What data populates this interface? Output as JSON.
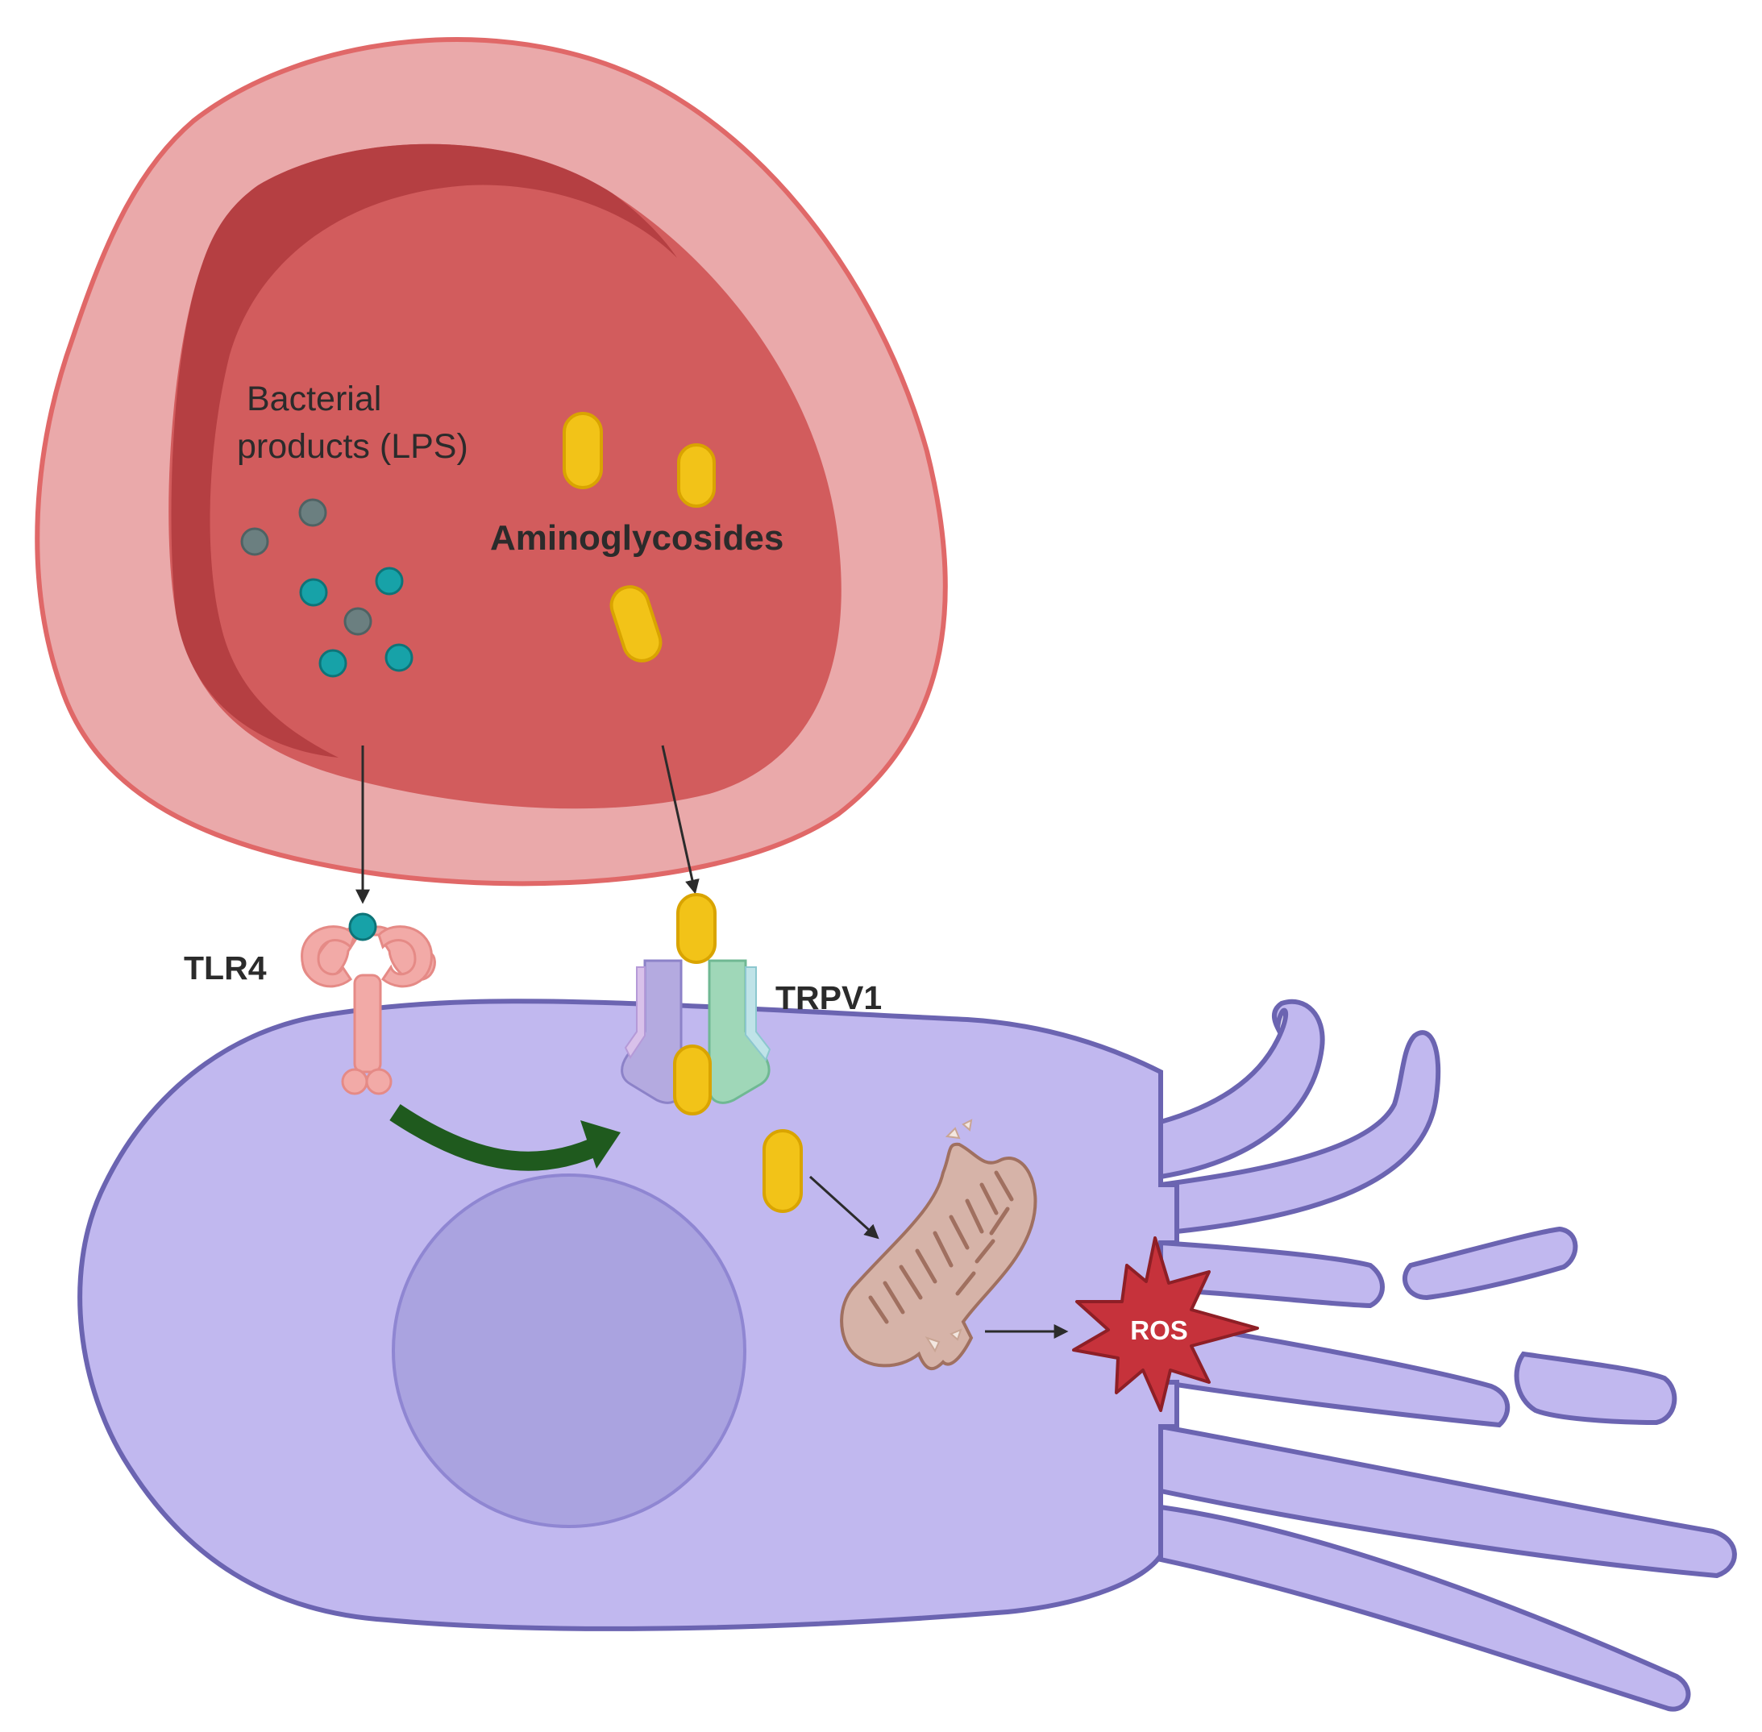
{
  "labels": {
    "bacterial_line1": "Bacterial",
    "bacterial_line2": "products (LPS)",
    "aminoglycosides": "Aminoglycosides",
    "tlr4": "TLR4",
    "trpv1": "TRPV1",
    "ros": "ROS"
  },
  "colors": {
    "vessel_outer": "#eaa9aa",
    "vessel_outer_stroke": "#e06868",
    "vessel_lumen": "#d25c5d",
    "vessel_lumen_shadow": "#b53f42",
    "lps_teal": "#17a2a8",
    "lps_grey": "#6b7f80",
    "drug_yellow": "#f2c318",
    "drug_stroke": "#d9a400",
    "cell_fill": "#c1b8ef",
    "cell_stroke": "#6b64b1",
    "nucleus_fill": "#aaa3e0",
    "tlr4_pink": "#f2aaa7",
    "trpv1_purple": "#b4aae0",
    "trpv1_green": "#9fd7b8",
    "signal_arrow": "#1f5a1e",
    "mito_fill": "#d6b3a8",
    "mito_stroke": "#a07060",
    "ros_red": "#c6323b"
  }
}
